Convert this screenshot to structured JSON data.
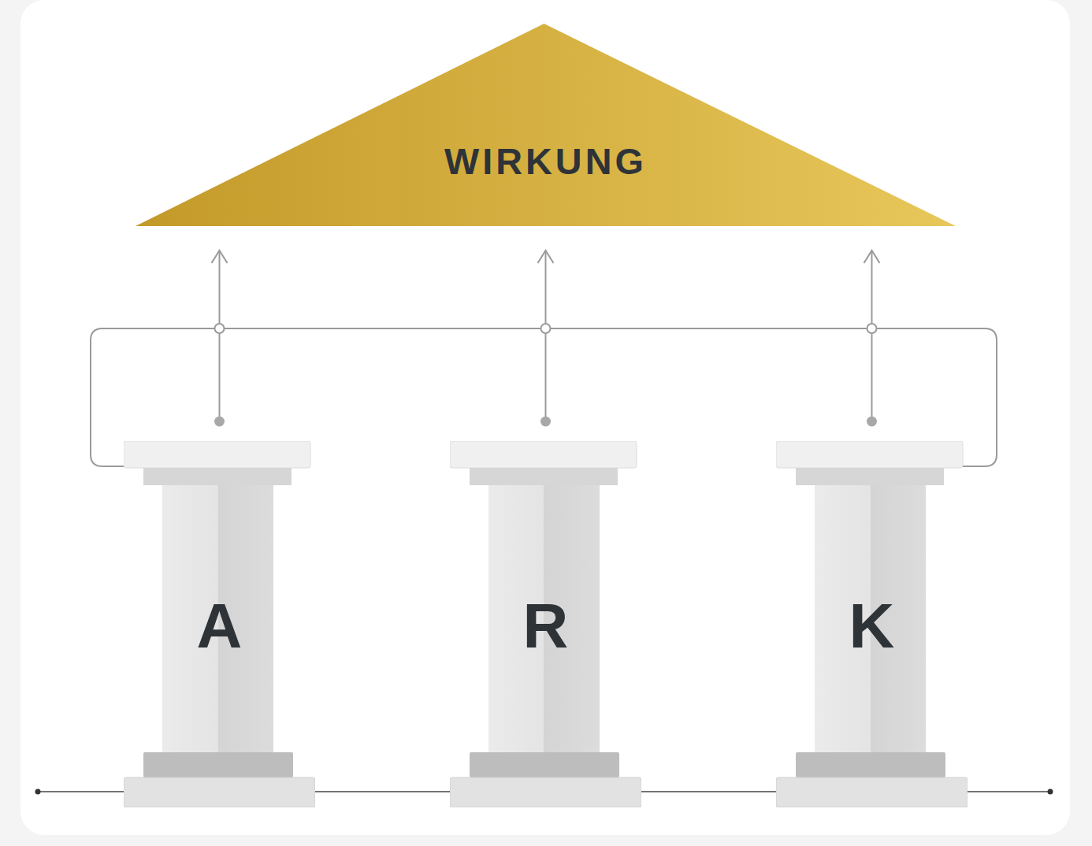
{
  "diagram": {
    "nodes": [
      {
        "text": [
          "WIRKUNG"
        ]
      },
      {
        "text": [
          "A"
        ]
      },
      {
        "text": [
          "R"
        ]
      },
      {
        "text": [
          "K"
        ]
      }
    ],
    "edges": [
      {
        "from": 1,
        "to": 0,
        "arrow": "to"
      },
      {
        "from": 2,
        "to": 0,
        "arrow": "to"
      },
      {
        "from": 3,
        "to": 0,
        "arrow": "to"
      }
    ]
  }
}
